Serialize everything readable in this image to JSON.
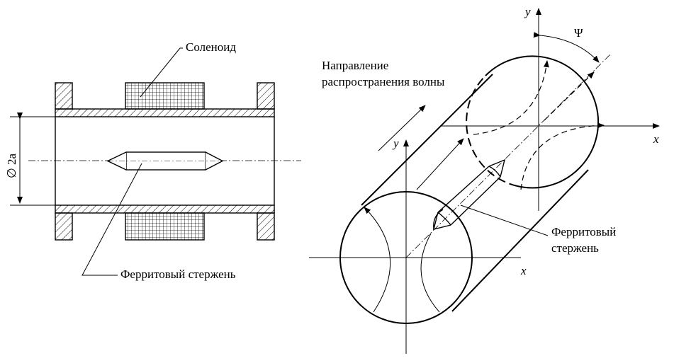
{
  "left_figure": {
    "solenoid_label": "Соленоид",
    "rod_label": "Ферритовый стержень",
    "diameter_label": "∅ 2a"
  },
  "right_figure": {
    "direction_label_line1": "Направление",
    "direction_label_line2": "распространения волны",
    "rod_label_line1": "Ферритовый",
    "rod_label_line2": "стержень",
    "psi_label": "Ψ",
    "front_axis_x": "x",
    "front_axis_y": "y",
    "back_axis_x": "x",
    "back_axis_y": "y"
  }
}
